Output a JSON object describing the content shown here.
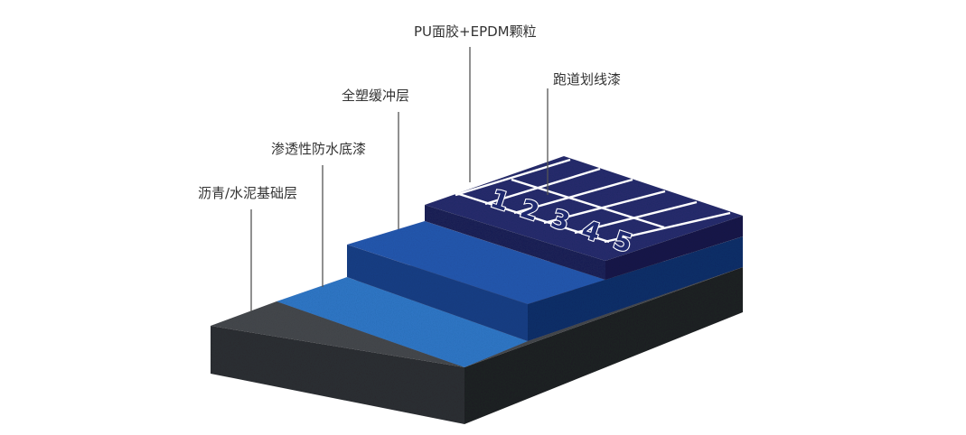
{
  "layers": [
    {
      "id": "base",
      "label": "沥青/水泥基础层",
      "color": "#3a3d42"
    },
    {
      "id": "primer",
      "label": "渗透性防水底漆",
      "color": "#2f78c8"
    },
    {
      "id": "cushion",
      "label": "全塑缓冲层",
      "color": "#1f55a8"
    },
    {
      "id": "surface",
      "label": "PU面胶+EPDM颗粒",
      "color": "#262c6e"
    },
    {
      "id": "lines",
      "label": "跑道划线漆",
      "color": "#ffffff"
    }
  ],
  "lane_numbers": [
    "1",
    "2",
    "3",
    "4",
    "5"
  ]
}
